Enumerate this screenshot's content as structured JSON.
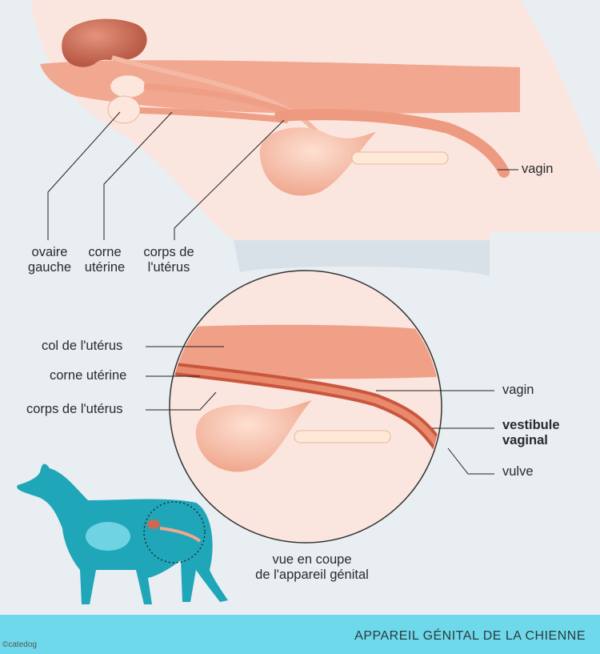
{
  "labels": {
    "ovaire_gauche": [
      "ovaire",
      "gauche"
    ],
    "corne_uterine_top": [
      "corne",
      "utérine"
    ],
    "corps_uterus_top": [
      "corps de",
      "l'utérus"
    ],
    "vagin_top": "vagin",
    "col_uterus": "col de l'utérus",
    "corne_uterine": "corne utérine",
    "corps_uterus": "corps de l'utérus",
    "vagin": "vagin",
    "vestibule_vaginal": [
      "vestibule",
      "vaginal"
    ],
    "vulve": "vulve",
    "vue_en_coupe": [
      "vue en coupe",
      "de l'appareil génital"
    ]
  },
  "footer": {
    "title": "APPAREIL GÉNITAL DE LA CHIENNE",
    "copyright": "©catedog"
  },
  "colors": {
    "background": "#e9eef2",
    "body_skin": "#fbe6df",
    "tissue": "#f2a78e",
    "organ": "#f6c3ae",
    "kidney": "#c96a55",
    "dog": "#1fa6b8",
    "footer": "#6ed9ea"
  }
}
